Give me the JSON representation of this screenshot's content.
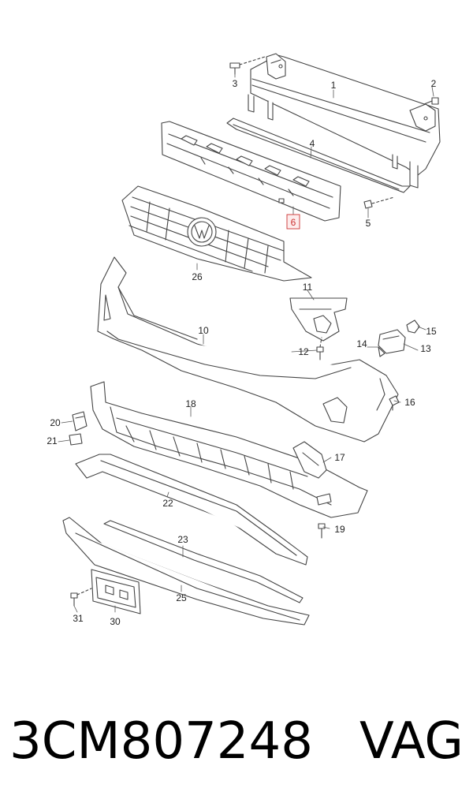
{
  "callouts": {
    "c1": "1",
    "c2": "2",
    "c3": "3",
    "c4": "4",
    "c5": "5",
    "c6": "6",
    "c10": "10",
    "c11": "11",
    "c12": "12",
    "c13": "13",
    "c14": "14",
    "c15": "15",
    "c16": "16",
    "c17": "17",
    "c18": "18",
    "c19": "19",
    "c20": "20",
    "c21": "21",
    "c22": "22",
    "c23": "23",
    "c25": "25",
    "c26": "26",
    "c30": "30",
    "c31": "31"
  },
  "highlighted_callout": "6",
  "colors": {
    "line": "#444444",
    "highlight": "#cc3333",
    "background": "#ffffff"
  },
  "footer": {
    "part_number": "3CM807248",
    "brand": "VAG"
  }
}
